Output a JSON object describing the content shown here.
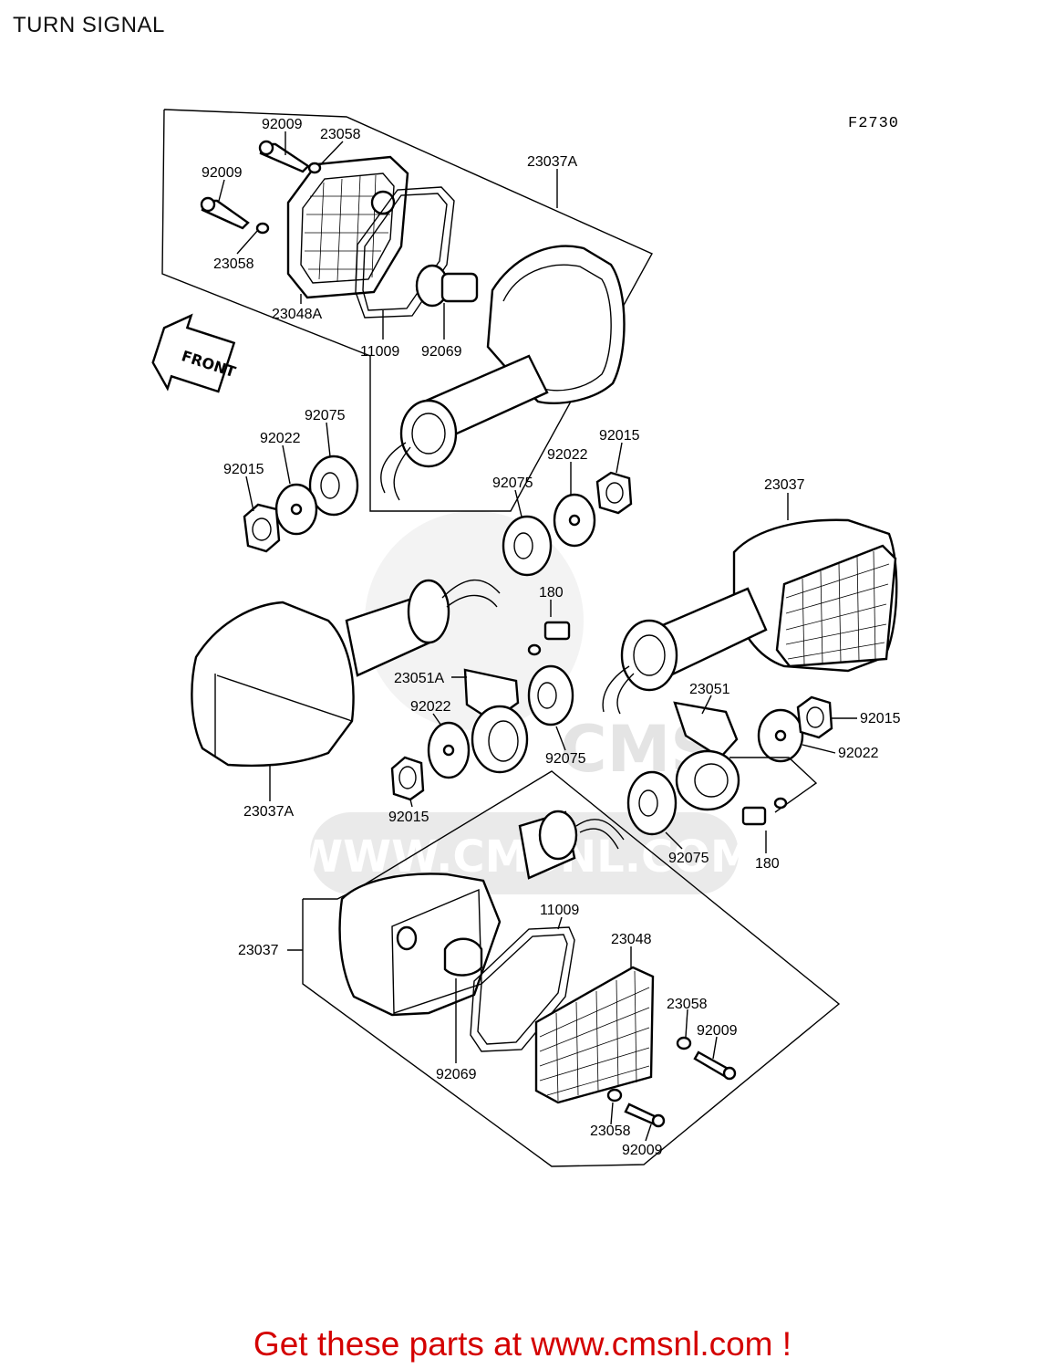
{
  "page": {
    "title": "TURN SIGNAL",
    "code": "F2730"
  },
  "labels": [
    "92009",
    "23058",
    "23037A",
    "92009",
    "23058",
    "23048A",
    "11009",
    "92069",
    "92075",
    "92022",
    "92015",
    "92015",
    "92022",
    "92075",
    "23037",
    "180",
    "23051A",
    "92022",
    "92075",
    "23051",
    "92015",
    "92022",
    "23037A",
    "92015",
    "92075",
    "180",
    "11009",
    "23048",
    "23037",
    "23058",
    "92009",
    "92069",
    "23058",
    "92009"
  ],
  "front_arrow": "FRONT",
  "watermark": {
    "text": "WWW.CMSNL.COM",
    "brand": "CMS"
  },
  "footer": "Get these parts at www.cmsnl.com !"
}
